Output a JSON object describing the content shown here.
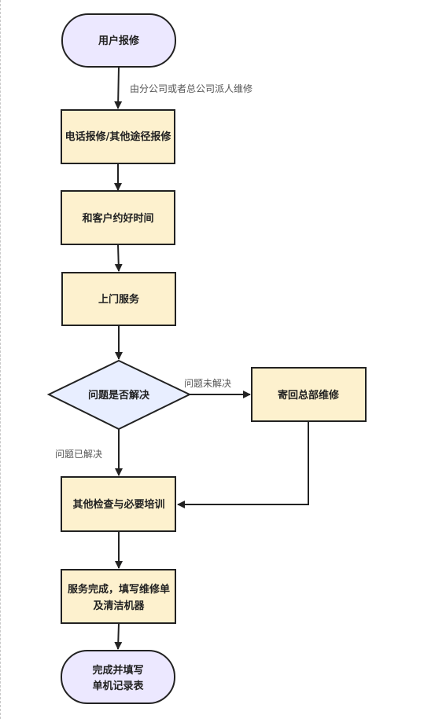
{
  "colors": {
    "terminal_fill": "#ECE8FF",
    "process_fill": "#FDF1CE",
    "decision_fill": "#E8EEFF",
    "stroke": "#222222",
    "edge_text": "#555555"
  },
  "nodes": {
    "start": "用户报修",
    "phone_report": "电话报修/其他途径报修",
    "appointment": "和客户约好时间",
    "onsite_service": "上门服务",
    "decision": "问题是否解决",
    "send_back": "寄回总部维修",
    "inspection": "其他检查与必要培训",
    "complete_line1": "服务完成，填写维修单",
    "complete_line2": "及清洁机器",
    "end_line1": "完成并填写",
    "end_line2": "单机记录表"
  },
  "edges": {
    "dispatch": "由分公司或者总公司派人维修",
    "unsolved": "问题未解决",
    "solved": "问题已解决"
  }
}
